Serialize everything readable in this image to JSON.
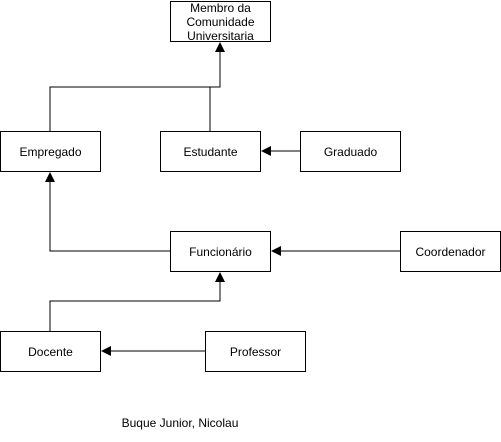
{
  "nodes": {
    "membro": "Membro da\nComunidade\nUniversitaria",
    "empregado": "Empregado",
    "estudante": "Estudante",
    "graduado": "Graduado",
    "funcionario": "Funcionário",
    "coordenador": "Coordenador",
    "docente": "Docente",
    "professor": "Professor"
  },
  "caption": "Buque Junior, Nicolau",
  "edges": [
    {
      "from": "empregado",
      "to": "membro"
    },
    {
      "from": "estudante",
      "to": "membro"
    },
    {
      "from": "graduado",
      "to": "estudante"
    },
    {
      "from": "funcionario",
      "to": "empregado"
    },
    {
      "from": "coordenador",
      "to": "funcionario"
    },
    {
      "from": "docente",
      "to": "funcionario"
    },
    {
      "from": "professor",
      "to": "docente"
    }
  ],
  "colors": {
    "stroke": "#000000",
    "fill": "#ffffff"
  }
}
